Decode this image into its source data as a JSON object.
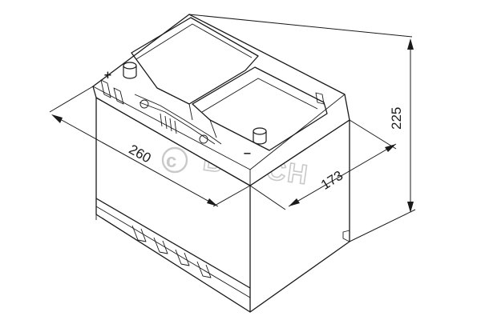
{
  "diagram": {
    "dimensions": {
      "length": "260",
      "width": "173",
      "height": "225"
    },
    "terminals": {
      "positive_symbol": "+",
      "negative_symbol": "−"
    },
    "watermark": {
      "copyright": "©",
      "brand": "BOSCH"
    }
  }
}
